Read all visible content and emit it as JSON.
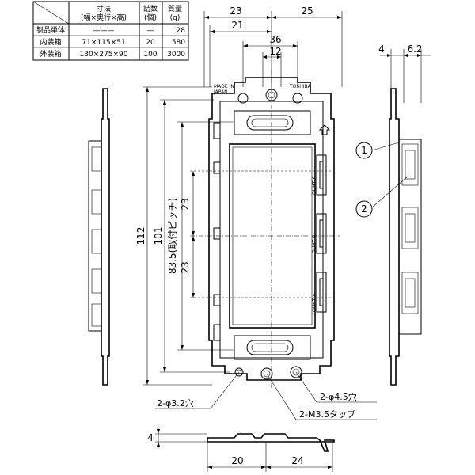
{
  "spec_table": {
    "header_dims": "寸法",
    "header_dims_sub": "(幅×奥行×高)",
    "header_qty": "詰数",
    "header_qty_sub": "(個)",
    "header_mass": "質量",
    "header_mass_sub": "(g)",
    "rows": [
      {
        "label": "製品単体",
        "dims": "———",
        "qty": "—",
        "mass": "28"
      },
      {
        "label": "内装箱",
        "dims": "71×115×51",
        "qty": "20",
        "mass": "580"
      },
      {
        "label": "外装箱",
        "dims": "130×275×90",
        "qty": "100",
        "mass": "3000"
      }
    ]
  },
  "dimensions": {
    "top_left_width": "23",
    "top_right_width": "25",
    "top_21": "21",
    "top_36": "36",
    "top_12": "12",
    "height_112": "112",
    "height_101": "101",
    "pitch_label": "83.5(取付ピッチ)",
    "spacing_upper": "23",
    "spacing_lower": "23",
    "side_4": "4",
    "side_6_2": "6.2",
    "bottom_4": "4",
    "bottom_20": "20",
    "bottom_24": "24"
  },
  "callouts": {
    "hole_small": "2-φ3.2穴",
    "hole_large": "2-φ4.5穴",
    "tap": "2-M3.5タップ",
    "marker_1": "1",
    "marker_2": "2"
  },
  "markings": {
    "made_in": "MADE IN",
    "japan": "JAPAN",
    "brand": "TOSHIBA",
    "side_marks": [
      "OUHT A",
      "OUHT A",
      "OUHT A"
    ]
  }
}
